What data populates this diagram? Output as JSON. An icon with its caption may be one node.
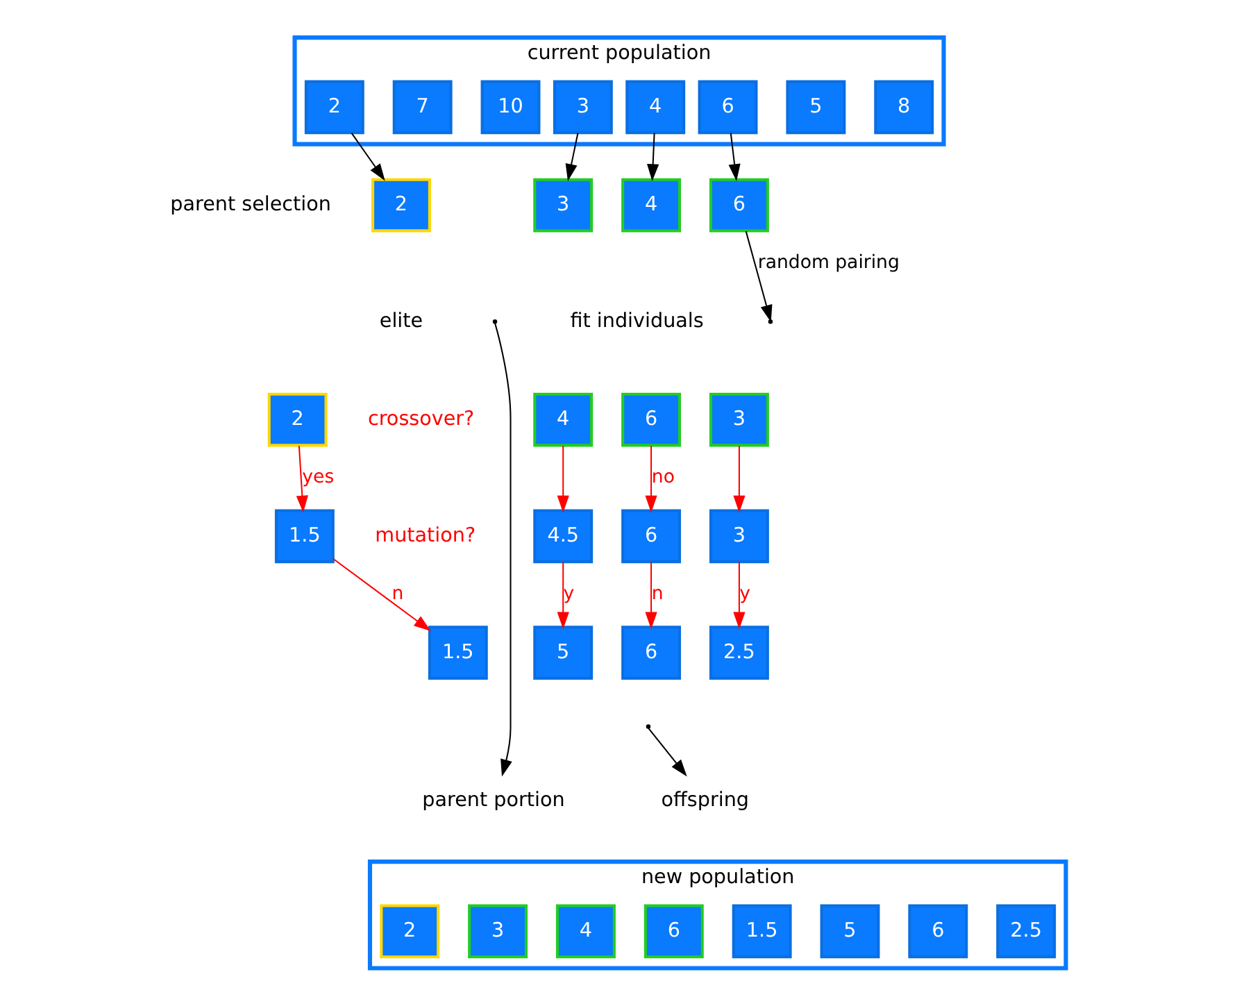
{
  "diagram": {
    "nodes": [
      {
        "text": [
          "current population"
        ]
      },
      {
        "text": [
          "3"
        ],
        "in": 0
      },
      {
        "text": [
          "6"
        ],
        "in": 0
      },
      {
        "text": [
          "5"
        ],
        "in": 0
      },
      {
        "text": [
          "8"
        ],
        "in": 0
      },
      {
        "text": [
          "2"
        ],
        "in": 0
      },
      {
        "text": [
          "7"
        ],
        "in": 0
      },
      {
        "text": [
          "10"
        ],
        "in": 0
      },
      {
        "text": [
          "4"
        ],
        "in": 0
      },
      {
        "text": [
          "2"
        ]
      },
      {
        "text": [
          "3"
        ]
      },
      {
        "text": [
          "4"
        ]
      },
      {
        "text": [
          "6"
        ]
      },
      {
        "text": [
          "2"
        ]
      },
      {
        "text": [
          "4"
        ]
      },
      {
        "text": [
          "6"
        ]
      },
      {
        "text": [
          "3"
        ]
      },
      {
        "text": [
          "1.5"
        ]
      },
      {
        "text": [
          "4.5"
        ]
      },
      {
        "text": [
          "6"
        ]
      },
      {
        "text": [
          "3"
        ]
      },
      {
        "text": [
          "1.5"
        ]
      },
      {
        "text": [
          "5"
        ]
      },
      {
        "text": [
          "6"
        ]
      },
      {
        "text": [
          "2.5"
        ]
      },
      {
        "text": [
          "parent portion"
        ]
      },
      {
        "text": [
          "offspring"
        ]
      },
      {
        "text": [
          "new population"
        ]
      },
      {
        "text": [
          "2"
        ],
        "in": 27
      },
      {
        "text": [
          "3"
        ],
        "in": 27
      },
      {
        "text": [
          "4"
        ],
        "in": 27
      },
      {
        "text": [
          "6"
        ],
        "in": 27
      },
      {
        "text": [
          "1.5"
        ],
        "in": 27
      },
      {
        "text": [
          "5"
        ],
        "in": 27
      },
      {
        "text": [
          "6"
        ],
        "in": 27
      },
      {
        "text": [
          "2.5"
        ],
        "in": 27
      }
    ],
    "edges": [
      {
        "from": 1,
        "to": 10,
        "arrow": "to",
        "color": "#000000"
      },
      {
        "from": 2,
        "to": 12,
        "arrow": "to",
        "color": "#000000"
      },
      {
        "from": 5,
        "to": 9,
        "arrow": "to",
        "color": "#000000"
      },
      {
        "from": 8,
        "to": 11,
        "arrow": "to",
        "color": "#000000"
      },
      {
        "from": 12,
        "to": null,
        "arrow": "to",
        "label": "random pairing",
        "color": "#000000"
      },
      {
        "from": 13,
        "to": 17,
        "arrow": "to",
        "label": "yes",
        "color": "#ff0000"
      },
      {
        "from": 14,
        "to": 18,
        "arrow": "to",
        "color": "#ff0000"
      },
      {
        "from": 15,
        "to": 19,
        "arrow": "to",
        "label": "no",
        "color": "#ff0000"
      },
      {
        "from": 16,
        "to": 20,
        "arrow": "to",
        "color": "#ff0000"
      },
      {
        "from": 17,
        "to": 21,
        "arrow": "to",
        "label": "n",
        "color": "#ff0000"
      },
      {
        "from": 18,
        "to": 22,
        "arrow": "to",
        "label": "y",
        "color": "#ff0000"
      },
      {
        "from": 19,
        "to": 23,
        "arrow": "to",
        "label": "n",
        "color": "#ff0000"
      },
      {
        "from": 20,
        "to": 24,
        "arrow": "to",
        "label": "y",
        "color": "#ff0000"
      },
      {
        "from": null,
        "to": 25,
        "arrow": "to",
        "color": "#000000"
      },
      {
        "from": null,
        "to": 26,
        "arrow": "to",
        "color": "#000000"
      }
    ],
    "labels": [
      "parent selection",
      "elite",
      "fit individuals",
      "crossover?",
      "mutation?"
    ]
  }
}
